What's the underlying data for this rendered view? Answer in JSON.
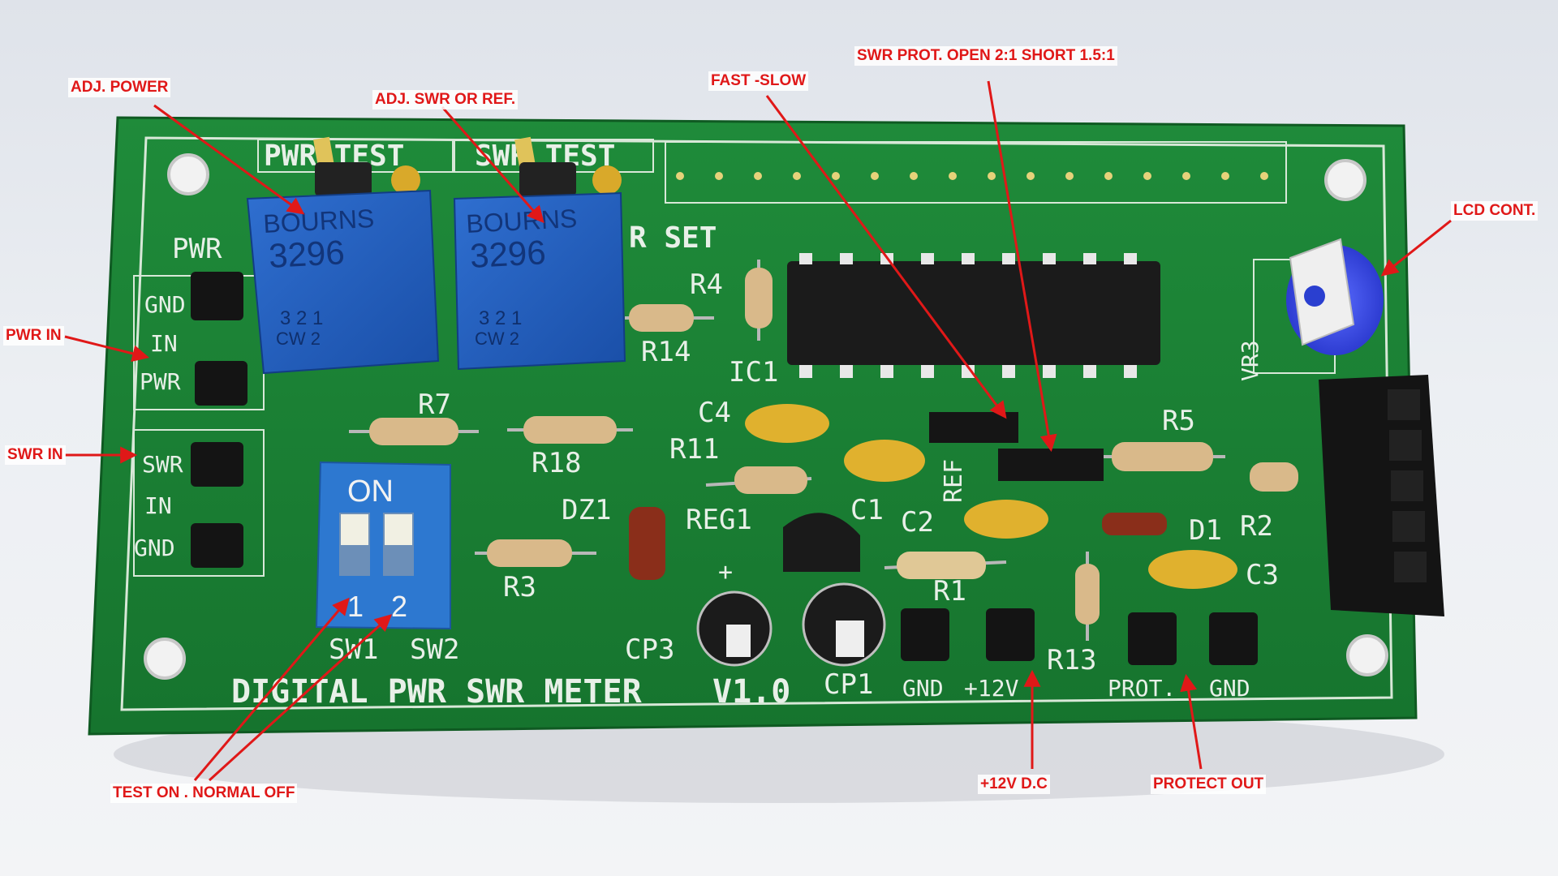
{
  "callouts": {
    "adj_power": "ADJ. POWER",
    "adj_swr": "ADJ. SWR OR REF.",
    "fast_slow": "FAST -SLOW",
    "swr_prot": "SWR PROT. OPEN 2:1  SHORT 1.5:1",
    "lcd_cont": "LCD CONT.",
    "pwr_in": "PWR IN",
    "swr_in": "SWR IN",
    "test_on": "TEST ON . NORMAL OFF",
    "plus12v": "+12V D.C",
    "protect_out": "PROTECT OUT"
  },
  "board": {
    "title": "DIGITAL PWR SWR METER",
    "version": "V1.0",
    "pwr_test": "PWR TEST",
    "swr_test": "SWR TEST",
    "r_set": "R SET",
    "pwr": "PWR",
    "gnd": "GND",
    "in": "IN",
    "swr": "SWR",
    "on": "ON",
    "sw1": "SW1",
    "sw2": "SW2",
    "sw_num_1": "1",
    "sw_num_2": "2",
    "gnd_bottom": "GND",
    "plus12v": "+12V",
    "prot": "PROT.",
    "gnd_right": "GND",
    "trimmer_brand": "BOURNS",
    "trimmer_model": "3296",
    "trimmer_dial": "3 2 1",
    "trimmer_cw": "CW 2",
    "refs": {
      "R4": "R4",
      "R14": "R14",
      "IC1": "IC1",
      "C4": "C4",
      "R11": "R11",
      "R7": "R7",
      "R18": "R18",
      "DZ1": "DZ1",
      "REG1": "REG1",
      "C1": "C1",
      "C2": "C2",
      "REF": "REF",
      "R5": "R5",
      "R2": "R2",
      "D1": "D1",
      "C3": "C3",
      "R1": "R1",
      "R13": "R13",
      "R3": "R3",
      "CP3": "CP3",
      "CP1": "CP1",
      "VR3": "VR3",
      "plus": "+"
    }
  }
}
